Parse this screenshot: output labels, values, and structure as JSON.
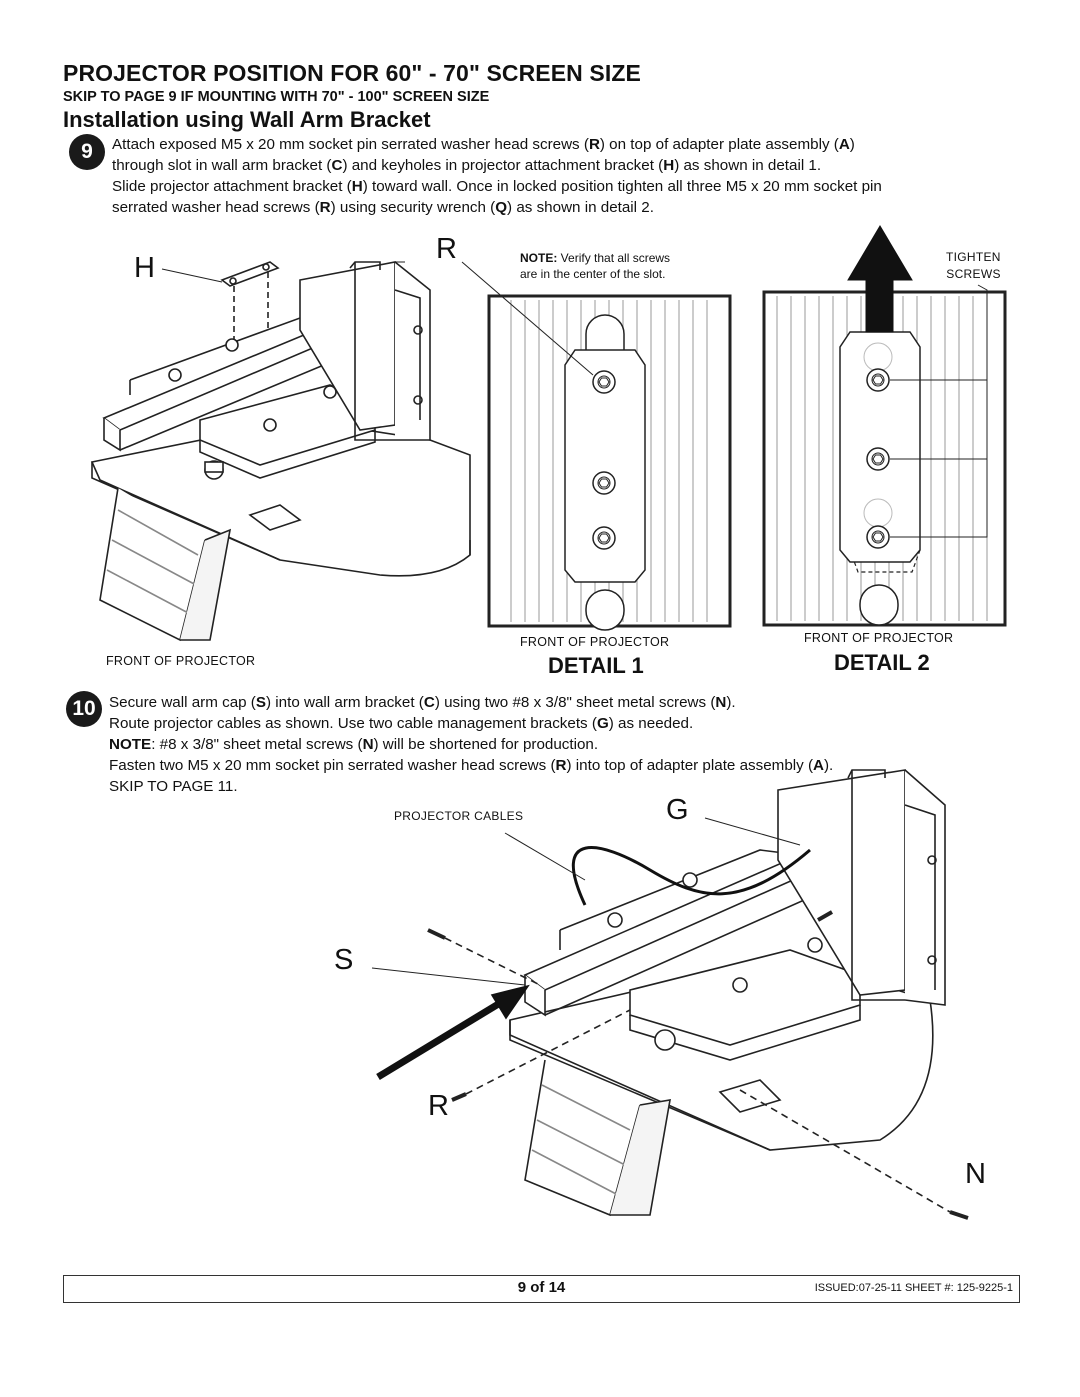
{
  "header": {
    "title": "PROJECTOR POSITION FOR 60\" - 70\" SCREEN SIZE",
    "skip_note": "SKIP TO PAGE 9 IF MOUNTING WITH 70\" - 100\" SCREEN SIZE",
    "section": "Installation using Wall Arm Bracket"
  },
  "step9": {
    "number": "9",
    "lines": [
      [
        "Attach exposed M5 x 20 mm socket pin serrated washer head screws (",
        "R",
        ") on top of adapter plate assembly (",
        "A",
        ")"
      ],
      [
        "through slot in wall arm bracket (",
        "C",
        ") and keyholes in projector attachment bracket (",
        "H",
        ") as shown in detail 1."
      ],
      [
        "Slide projector attachment bracket (",
        "H",
        ") toward wall. Once in locked position tighten all three M5 x 20 mm socket pin"
      ],
      [
        "serrated washer head screws (",
        "R",
        ") using security wrench (",
        "Q",
        ") as shown in detail 2."
      ]
    ]
  },
  "figure1": {
    "callout_h": "H",
    "callout_r": "R",
    "front_label": "FRONT OF PROJECTOR"
  },
  "detail1": {
    "note_bold": "NOTE:",
    "note_text": " Verify that all screws",
    "note_text2": "are in the center of the slot.",
    "front_label": "FRONT OF PROJECTOR",
    "title": "DETAIL 1"
  },
  "detail2": {
    "tighten1": "TIGHTEN",
    "tighten2": "SCREWS",
    "front_label": "FRONT OF PROJECTOR",
    "title": "DETAIL 2"
  },
  "step10": {
    "number": "10",
    "lines": [
      [
        "Secure wall arm cap (",
        "S",
        ") into wall arm bracket (",
        "C",
        ") using two #8 x 3/8\" sheet metal screws (",
        "N",
        ")."
      ],
      [
        "Route projector cables as shown. Use two cable management brackets (",
        "G",
        ") as needed."
      ],
      [
        "",
        "NOTE",
        ": #8 x 3/8\" sheet metal screws (",
        "N",
        ") will be shortened for production."
      ],
      [
        "Fasten two M5 x 20 mm socket pin serrated washer head screws (",
        "R",
        ") into top of adapter plate assembly (",
        "A",
        ")."
      ],
      [
        "SKIP TO PAGE 11."
      ]
    ]
  },
  "figure2": {
    "cables_label": "PROJECTOR CABLES",
    "callout_g": "G",
    "callout_s": "S",
    "callout_r": "R",
    "callout_n": "N"
  },
  "footer": {
    "page": "9 of 14",
    "sheet": "ISSUED:07-25-11 SHEET #: 125-9225-1"
  }
}
